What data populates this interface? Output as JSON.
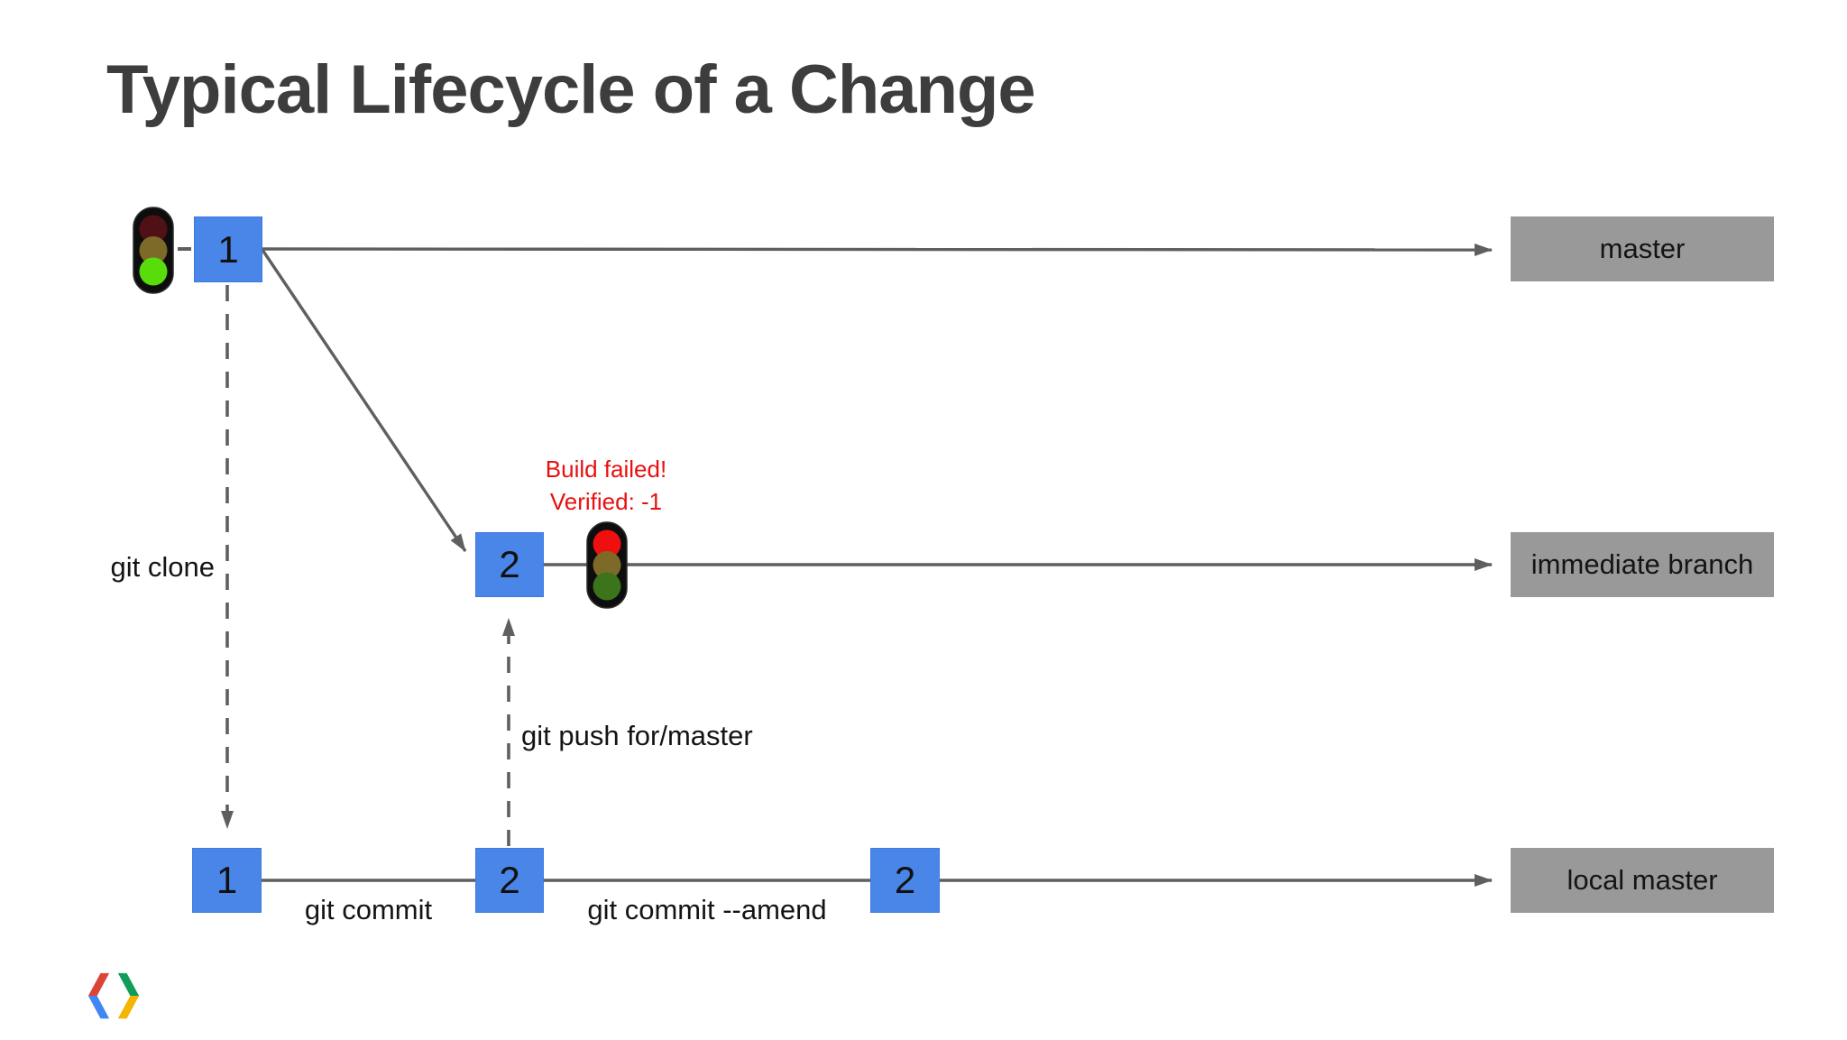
{
  "header": {
    "title": "Typical Lifecycle of a Change"
  },
  "diagram": {
    "nodes": {
      "remote_rev1": "1",
      "review_rev2": "2",
      "local_rev1": "1",
      "local_rev2": "2",
      "local_rev2_amended": "2"
    },
    "branches": {
      "master": "master",
      "immediate": "immediate branch",
      "local_master": "local master"
    },
    "edge_labels": {
      "clone": "git clone",
      "push": "git push for/master",
      "commit": "git commit",
      "amend": "git commit --amend"
    },
    "status": {
      "line1": "Build failed!",
      "line2": "Verified: -1"
    },
    "icons": {
      "build_pass": "traffic-light-green-icon",
      "build_fail": "traffic-light-red-icon",
      "brand": "google-developers-logo"
    }
  },
  "colors": {
    "commit_node_blue": "#4a86e8",
    "branch_box_gray": "#999999",
    "edge_gray": "#5f5f5f",
    "status_red": "#e81010",
    "title_gray": "#3d3d3d",
    "light_on_green": "#58dd0a",
    "light_on_red": "#ef0f0f",
    "light_dim_red": "#4f1016",
    "light_dim_amber": "#7d6a28",
    "light_dim_green": "#3c741c",
    "logo_red": "#db4437",
    "logo_blue": "#4285f4",
    "logo_green": "#0f9d58",
    "logo_yellow": "#f4b400"
  }
}
